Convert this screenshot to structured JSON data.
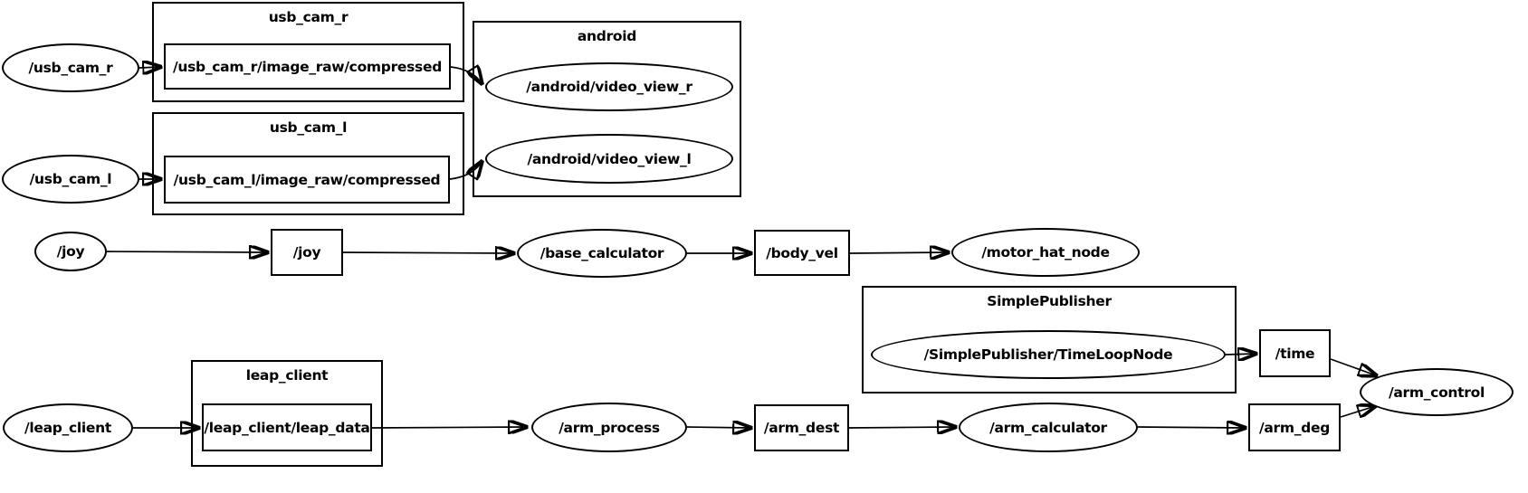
{
  "diagram": {
    "type": "ros-node-graph",
    "background_color": "#ffffff",
    "stroke_color": "#000000",
    "clusters": {
      "usb_cam_r": {
        "label": "usb_cam_r"
      },
      "usb_cam_l": {
        "label": "usb_cam_l"
      },
      "android": {
        "label": "android"
      },
      "simple_publisher": {
        "label": "SimplePublisher"
      },
      "leap_client": {
        "label": "leap_client"
      }
    },
    "nodes": {
      "usb_cam_r_node": {
        "label": "/usb_cam_r",
        "shape": "ellipse"
      },
      "usb_cam_r_topic": {
        "label": "/usb_cam_r/image_raw/compressed",
        "shape": "box"
      },
      "usb_cam_l_node": {
        "label": "/usb_cam_l",
        "shape": "ellipse"
      },
      "usb_cam_l_topic": {
        "label": "/usb_cam_l/image_raw/compressed",
        "shape": "box"
      },
      "video_view_r": {
        "label": "/android/video_view_r",
        "shape": "ellipse"
      },
      "video_view_l": {
        "label": "/android/video_view_l",
        "shape": "ellipse"
      },
      "joy_node": {
        "label": "/joy",
        "shape": "ellipse"
      },
      "joy_topic": {
        "label": "/joy",
        "shape": "box"
      },
      "base_calculator": {
        "label": "/base_calculator",
        "shape": "ellipse"
      },
      "body_vel": {
        "label": "/body_vel",
        "shape": "box"
      },
      "motor_hat_node": {
        "label": "/motor_hat_node",
        "shape": "ellipse"
      },
      "timeloop_node": {
        "label": "/SimplePublisher/TimeLoopNode",
        "shape": "ellipse"
      },
      "time_topic": {
        "label": "/time",
        "shape": "box"
      },
      "arm_control": {
        "label": "/arm_control",
        "shape": "ellipse"
      },
      "leap_client_node": {
        "label": "/leap_client",
        "shape": "ellipse"
      },
      "leap_data": {
        "label": "/leap_client/leap_data",
        "shape": "box"
      },
      "arm_process": {
        "label": "/arm_process",
        "shape": "ellipse"
      },
      "arm_dest": {
        "label": "/arm_dest",
        "shape": "box"
      },
      "arm_calculator": {
        "label": "/arm_calculator",
        "shape": "ellipse"
      },
      "arm_deg": {
        "label": "/arm_deg",
        "shape": "box"
      }
    },
    "edges": [
      {
        "from": "usb_cam_r_node",
        "to": "usb_cam_r_topic"
      },
      {
        "from": "usb_cam_r_topic",
        "to": "video_view_r"
      },
      {
        "from": "usb_cam_l_node",
        "to": "usb_cam_l_topic"
      },
      {
        "from": "usb_cam_l_topic",
        "to": "video_view_l"
      },
      {
        "from": "joy_node",
        "to": "joy_topic"
      },
      {
        "from": "joy_topic",
        "to": "base_calculator"
      },
      {
        "from": "base_calculator",
        "to": "body_vel"
      },
      {
        "from": "body_vel",
        "to": "motor_hat_node"
      },
      {
        "from": "timeloop_node",
        "to": "time_topic"
      },
      {
        "from": "time_topic",
        "to": "arm_control"
      },
      {
        "from": "leap_client_node",
        "to": "leap_data"
      },
      {
        "from": "leap_data",
        "to": "arm_process"
      },
      {
        "from": "arm_process",
        "to": "arm_dest"
      },
      {
        "from": "arm_dest",
        "to": "arm_calculator"
      },
      {
        "from": "arm_calculator",
        "to": "arm_deg"
      },
      {
        "from": "arm_deg",
        "to": "arm_control"
      }
    ]
  }
}
